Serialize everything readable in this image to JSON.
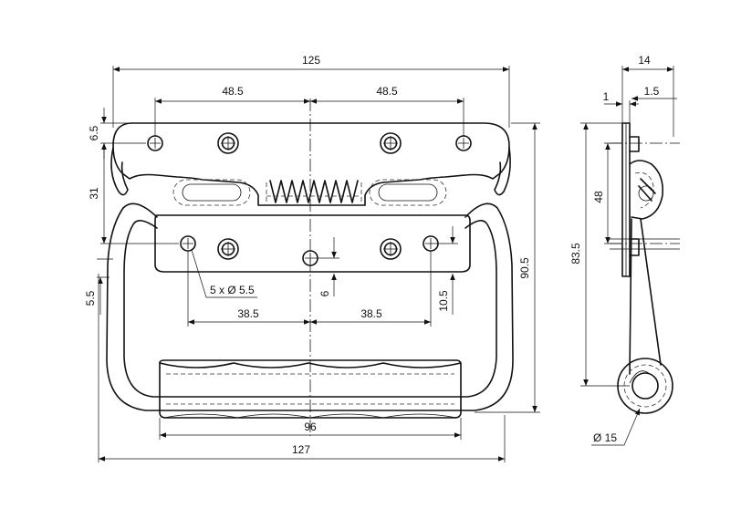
{
  "dimensions": {
    "overall_top_width": "125",
    "front_left_pitch": "48.5",
    "front_right_pitch": "48.5",
    "top_flange_height": "6.5",
    "plate_height": "31",
    "bottom_offset": "5.5",
    "hole_label": "5 x Ø 5.5",
    "lower_left_pitch": "38.5",
    "lower_right_pitch": "38.5",
    "center_offset": "6",
    "right_offset": "10.5",
    "handle_height": "90.5",
    "grip_width": "96",
    "overall_bottom_width": "127",
    "side_depth": "14",
    "side_plate_thickness": "1",
    "side_offset": "1.5",
    "side_pivot_height": "48",
    "side_total_height": "83.5",
    "grip_diameter": "Ø 15"
  }
}
